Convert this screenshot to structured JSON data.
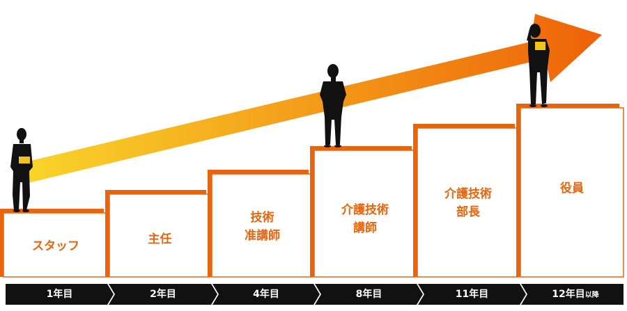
{
  "colors": {
    "accent": "#e8650f",
    "arrow_start": "#f9d42a",
    "arrow_end": "#ee6208",
    "timeline": "#111111",
    "silhouette": "#111111"
  },
  "steps": [
    {
      "title": "スタッフ",
      "year": "1年目",
      "year_suffix": ""
    },
    {
      "title": "主任",
      "year": "2年目",
      "year_suffix": ""
    },
    {
      "title": "技術\n准講師",
      "year": "4年目",
      "year_suffix": ""
    },
    {
      "title": "介護技術\n講師",
      "year": "8年目",
      "year_suffix": ""
    },
    {
      "title": "介護技術\n部長",
      "year": "11年目",
      "year_suffix": ""
    },
    {
      "title": "役員",
      "year": "12年目",
      "year_suffix": "以降"
    }
  ],
  "figures": [
    {
      "name": "woman-silhouette-icon",
      "step": 0
    },
    {
      "name": "nurse-silhouette-icon",
      "step": 3
    },
    {
      "name": "executive-silhouette-icon",
      "step": 5
    }
  ]
}
